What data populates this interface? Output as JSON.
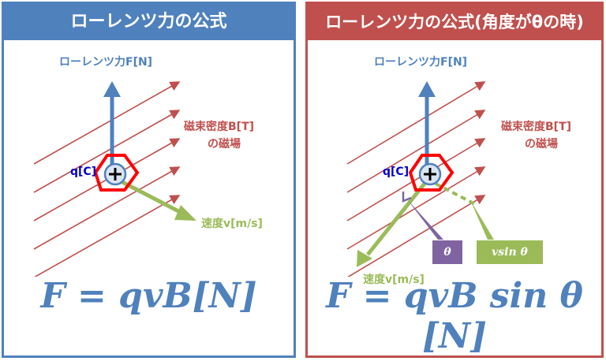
{
  "left": {
    "title": "ローレンツ力の公式",
    "force_label": "ローレンツ力F[N]",
    "field_label_1": "磁束密度B[T]",
    "field_label_2": "の磁場",
    "charge_label": "q[C]",
    "velocity_label": "速度v[m/s]",
    "formula": "F = qvB[N]"
  },
  "right": {
    "title": "ローレンツ力の公式(角度がθの時)",
    "force_label": "ローレンツ力F[N]",
    "field_label_1": "磁束密度B[T]",
    "field_label_2": "の磁場",
    "charge_label": "q[C]",
    "velocity_label": "速度v[m/s]",
    "theta_box": "θ",
    "vsin_box": "vsin θ",
    "formula": "F = qvB sin θ [N]"
  },
  "colors": {
    "blue": "#4f81bd",
    "red": "#c0504d",
    "green": "#9bbb59",
    "purple": "#8064a2",
    "charge_text": "#0000cc"
  }
}
